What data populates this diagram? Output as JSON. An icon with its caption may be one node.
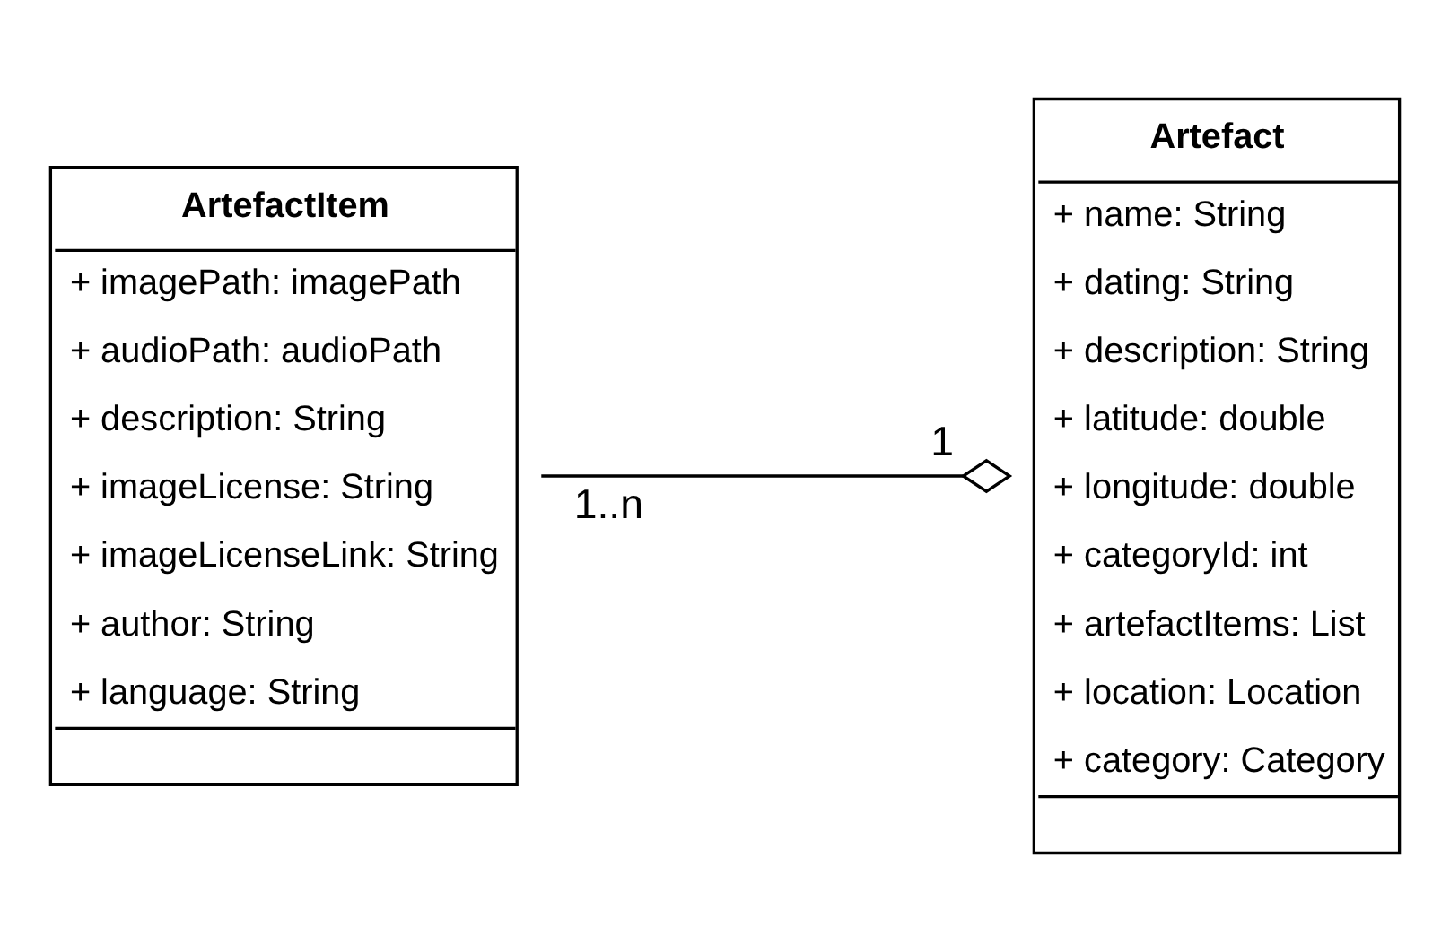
{
  "diagram": {
    "nodes": [
      {
        "text": [
          "ArtefactItem",
          "+ imagePath: imagePath",
          "+ audioPath: audioPath",
          "+ description: String",
          "+ imageLicense: String",
          "+ imageLicenseLink: String",
          "+ author: String",
          "+ language: String"
        ]
      },
      {
        "text": [
          "Artefact",
          "+ name: String",
          "+ dating: String",
          "+ description: String",
          "+ latitude: double",
          "+ longitude: double",
          "+ categoryId: int",
          "+ artefactItems: List",
          "+ location: Location",
          "+ category: Category"
        ]
      }
    ],
    "edges": [
      {
        "from": 0,
        "to": 1,
        "arrow": "other"
      }
    ],
    "labels": [
      "1..n",
      "1"
    ]
  }
}
